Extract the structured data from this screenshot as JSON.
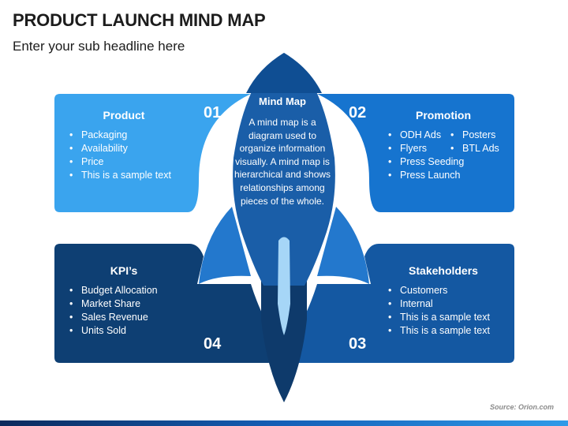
{
  "header": {
    "title": "PRODUCT LAUNCH MIND MAP",
    "subtitle": "Enter your sub headline here"
  },
  "center": {
    "title": "Mind Map",
    "body": "A mind map is a diagram used to organize information visually. A mind map is hierarchical and shows relationships among pieces of the whole."
  },
  "cards": {
    "product": {
      "heading": "Product",
      "number": "01",
      "items": [
        "Packaging",
        "Availability",
        "Price",
        "This is a sample text"
      ]
    },
    "promotion": {
      "heading": "Promotion",
      "number": "02",
      "items_col1": [
        "ODH Ads",
        "Flyers",
        "Press Seeding",
        "Press Launch"
      ],
      "items_col2": [
        "Posters",
        "BTL Ads"
      ]
    },
    "stakeholders": {
      "heading": "Stakeholders",
      "number": "03",
      "items": [
        "Customers",
        "Internal",
        "This is a sample text",
        "This is a sample text"
      ]
    },
    "kpis": {
      "heading": "KPI’s",
      "number": "04",
      "items": [
        "Budget Allocation",
        "Market Share",
        "Sales Revenue",
        "Units Sold"
      ]
    }
  },
  "colors": {
    "product": "#3aa4ee",
    "promotion": "#1674cf",
    "stakeholders": "#1458a2",
    "kpis": "#0e3f73",
    "rocket_body": "#1a5ea8",
    "rocket_tip": "#0f4e93",
    "rocket_wing": "#2378cd",
    "rocket_tail": "#0e3a6b",
    "flame": "#a6d6f7"
  },
  "footer": {
    "source": "Source: Orion.com"
  }
}
